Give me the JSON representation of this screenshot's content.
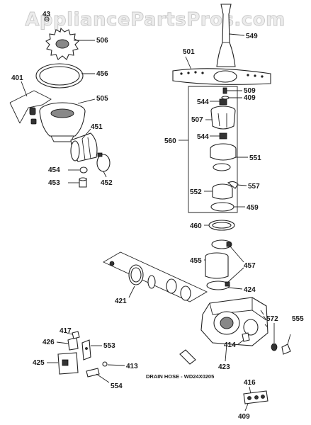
{
  "watermark": "AppliancePartsPros.com",
  "drain_hose_caption": "DRAIN HOSE - WD24X0205",
  "labels": {
    "p43": "43",
    "p506": "506",
    "p456": "456",
    "p401": "401",
    "p505": "505",
    "p451": "451",
    "p454": "454",
    "p453": "453",
    "p452": "452",
    "p549": "549",
    "p501": "501",
    "p509": "509",
    "p544a": "544",
    "p409a": "409",
    "p507": "507",
    "p544b": "544",
    "p560": "560",
    "p551": "551",
    "p557": "557",
    "p552": "552",
    "p459": "459",
    "p460": "460",
    "p455": "455",
    "p457": "457",
    "p424": "424",
    "p421": "421",
    "p417": "417",
    "p426": "426",
    "p553": "553",
    "p425": "425",
    "p413": "413",
    "p554": "554",
    "p414": "414",
    "p423": "423",
    "p572": "572",
    "p555": "555",
    "p416": "416",
    "p409b": "409"
  }
}
